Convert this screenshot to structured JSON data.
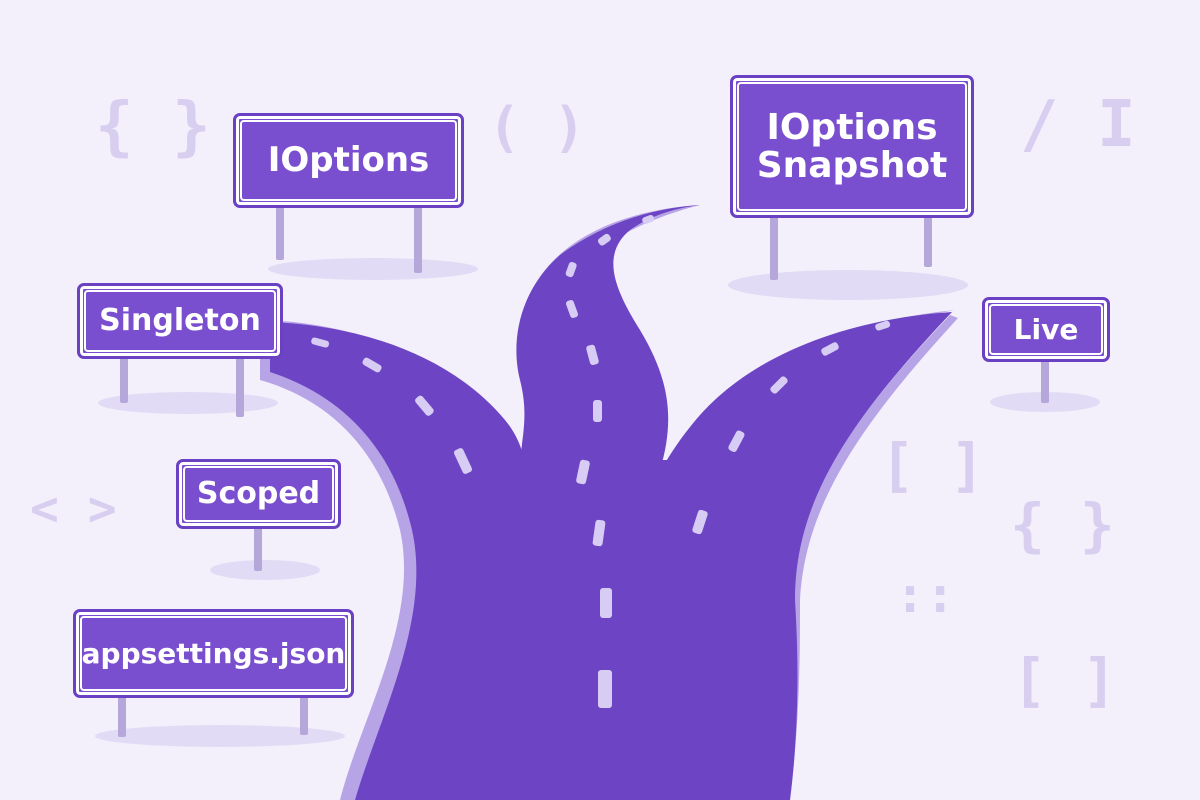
{
  "signs": {
    "ioptions": "IOptions",
    "ioptions_snapshot_line1": "IOptions",
    "ioptions_snapshot_line2": "Snapshot",
    "singleton": "Singleton",
    "live": "Live",
    "scoped": "Scoped",
    "appsettings": "appsettings.json"
  },
  "decor": {
    "curly_top_left": "{ }",
    "parens": "( )",
    "slash": "/ I",
    "angle": "< >",
    "square_right": "[ ]",
    "curly_right": "{ }",
    "colons": "::",
    "square_bottom": "[ ]"
  },
  "colors": {
    "background": "#f3f0fb",
    "road": "#6d45c4",
    "road_edge": "#b7a4e6",
    "sign_fill": "#7a4fcf",
    "sign_text": "#ffffff",
    "post": "#b6a7db",
    "decor_symbols": "#d8cff0"
  }
}
